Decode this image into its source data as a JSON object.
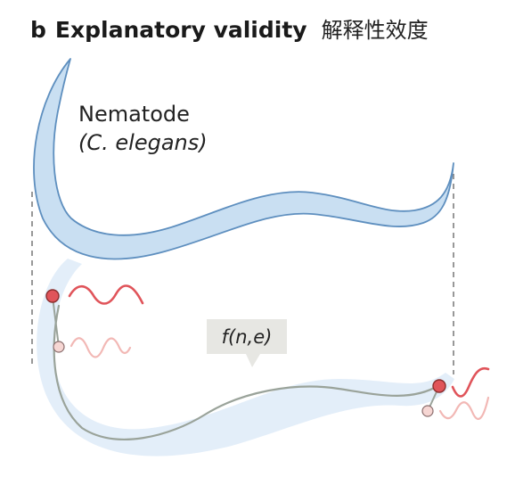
{
  "header": {
    "panel_letter": "b",
    "title": "Explanatory validity",
    "title_cn": "解释性效度"
  },
  "organism": {
    "name": "Nematode",
    "species": "(C. elegans)"
  },
  "model": {
    "function_label": "f(n,e)"
  },
  "colors": {
    "worm_fill": "#c9dff2",
    "worm_stroke": "#5e8fbf",
    "shadow_fill": "#e3eef9",
    "model_line": "#9aa39a",
    "callout_bg": "#e7e7e3",
    "neuron_active": "#e0545a",
    "neuron_inactive": "#f6d6d3",
    "wave_strong": "#e0545a",
    "wave_faint": "#f2b8b5",
    "guide_line": "#6d6d6d"
  }
}
